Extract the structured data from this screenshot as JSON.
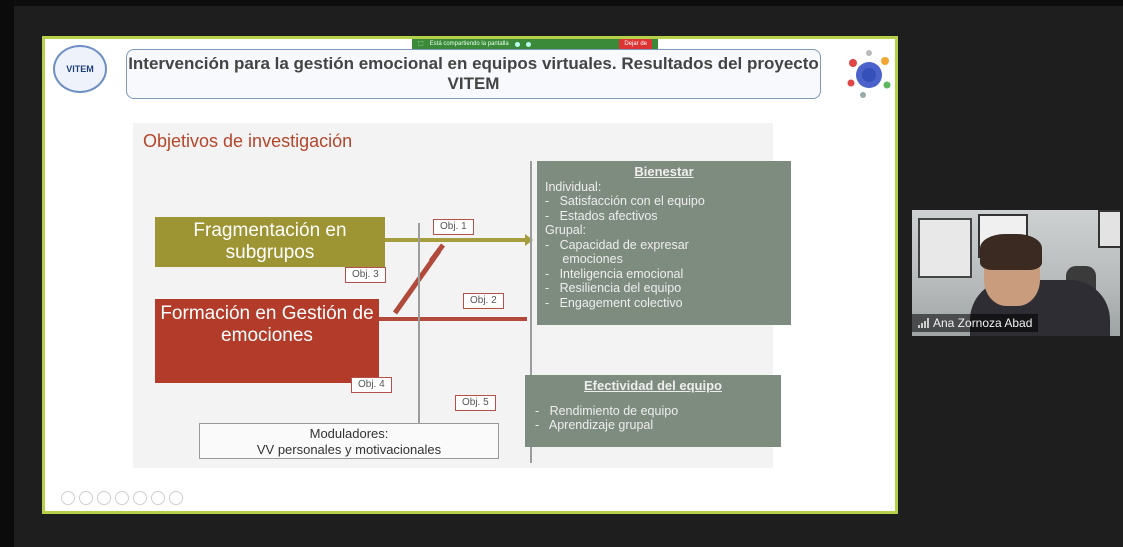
{
  "share_bar": {
    "message": "Está compartiendo la pantalla",
    "stop_label": "Dejar de"
  },
  "slide": {
    "logo_left": "VITEM",
    "title": "Intervención para la gestión emocional en equipos virtuales. Resultados del proyecto VITEM",
    "section_title": "Objetivos de investigación",
    "box_fragmentacion": "Fragmentación en subgrupos",
    "box_formacion": "Formación en Gestión de emociones",
    "box_moduladores_l1": "Moduladores:",
    "box_moduladores_l2": "VV personales y motivacionales",
    "bienestar": {
      "head": "Bienestar",
      "lines": [
        "Individual:",
        "-   Satisfacción con el equipo",
        "-   Estados afectivos",
        "Grupal:",
        "-   Capacidad de expresar",
        "     emociones",
        "-   Inteligencia emocional",
        "-   Resiliencia del equipo",
        "-   Engagement colectivo"
      ]
    },
    "efectividad": {
      "head": "Efectividad del equipo",
      "lines": [
        "-   Rendimiento de equipo",
        "-   Aprendizaje grupal"
      ]
    },
    "obj_labels": [
      "Obj. 1",
      "Obj. 2",
      "Obj. 3",
      "Obj. 4",
      "Obj. 5"
    ]
  },
  "participant": {
    "name": "Ana Zornoza Abad"
  },
  "colors": {
    "frame": "#b6d04a",
    "frag": "#9d9533",
    "form": "#b23b2a",
    "box_grey": "#7e8b7f",
    "section_title": "#b3462b"
  }
}
